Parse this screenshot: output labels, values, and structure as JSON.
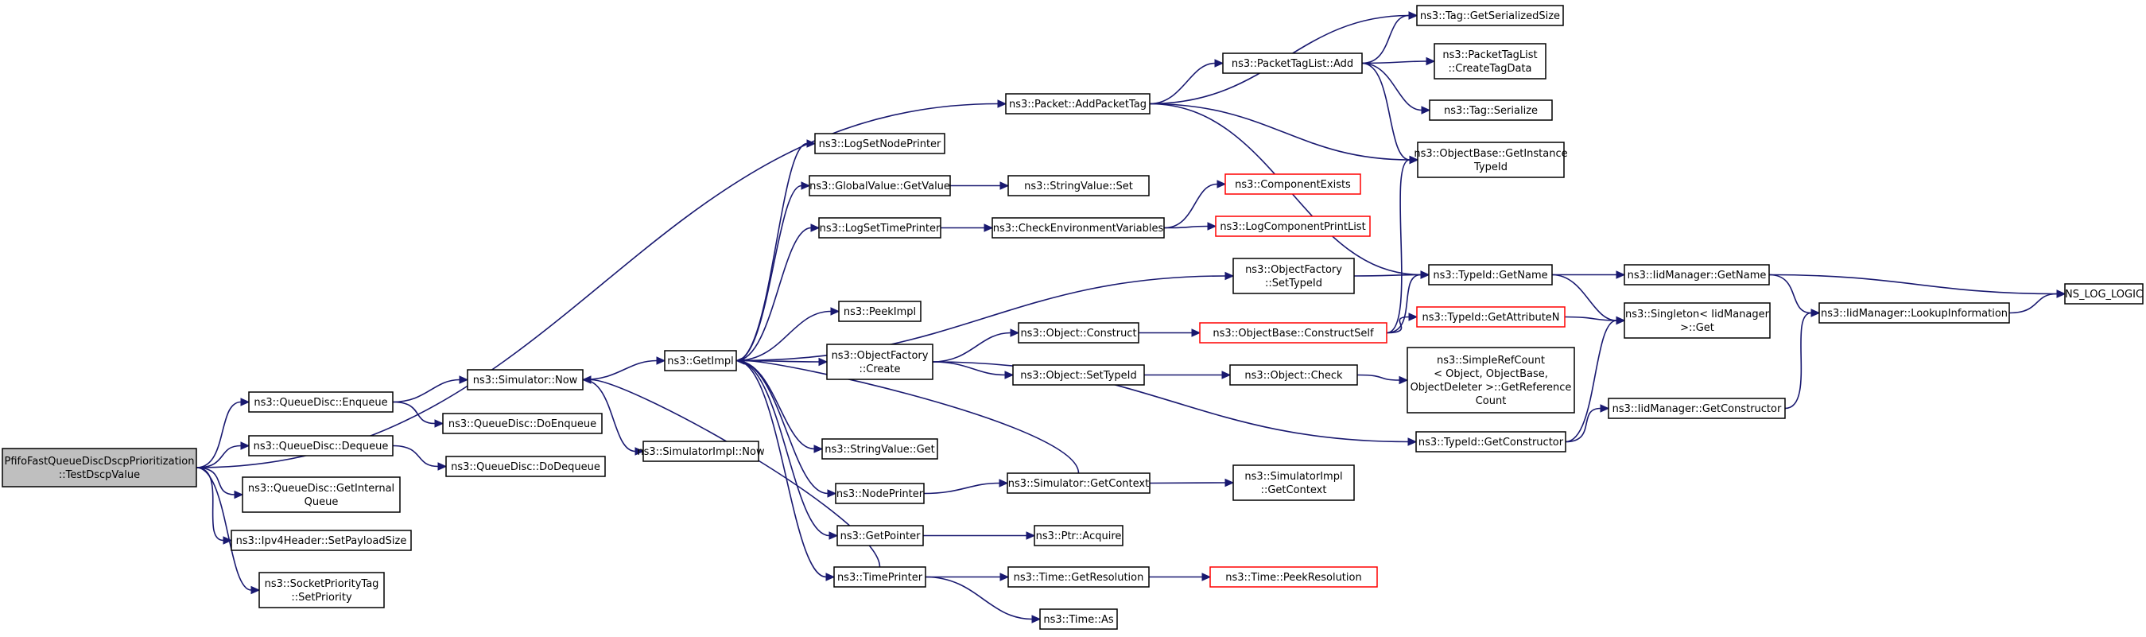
{
  "colors": {
    "edge": "#191970",
    "node_border": "#000000",
    "unresolved_border": "#ff0000",
    "root_fill": "#bfbfbf",
    "fill": "#ffffff"
  },
  "nodes": {
    "root": {
      "lines": [
        "PfifoFastQueueDiscDscpPrioritization",
        "::TestDscpValue"
      ],
      "style": "root"
    },
    "addpackettag": {
      "lines": [
        "ns3::Packet::AddPacketTag"
      ]
    },
    "enqueue": {
      "lines": [
        "ns3::QueueDisc::Enqueue"
      ]
    },
    "dequeue": {
      "lines": [
        "ns3::QueueDisc::Dequeue"
      ]
    },
    "getinternal": {
      "lines": [
        "ns3::QueueDisc::GetInternal",
        "Queue"
      ]
    },
    "setpayload": {
      "lines": [
        "ns3::Ipv4Header::SetPayloadSize"
      ]
    },
    "setpriority": {
      "lines": [
        "ns3::SocketPriorityTag",
        "::SetPriority"
      ]
    },
    "simnow": {
      "lines": [
        "ns3::Simulator::Now"
      ]
    },
    "doenqueue": {
      "lines": [
        "ns3::QueueDisc::DoEnqueue"
      ]
    },
    "dodequeue": {
      "lines": [
        "ns3::QueueDisc::DoDequeue"
      ]
    },
    "getimpl": {
      "lines": [
        "ns3::GetImpl"
      ]
    },
    "simimplnow": {
      "lines": [
        "ns3::SimulatorImpl::Now"
      ]
    },
    "lognode": {
      "lines": [
        "ns3::LogSetNodePrinter"
      ]
    },
    "globalget": {
      "lines": [
        "ns3::GlobalValue::GetValue"
      ]
    },
    "logtime": {
      "lines": [
        "ns3::LogSetTimePrinter"
      ]
    },
    "peekimpl": {
      "lines": [
        "ns3::PeekImpl"
      ]
    },
    "objfactcreate": {
      "lines": [
        "ns3::ObjectFactory",
        "::Create"
      ]
    },
    "stringget": {
      "lines": [
        "ns3::StringValue::Get"
      ]
    },
    "nodeprinter": {
      "lines": [
        "ns3::NodePrinter"
      ]
    },
    "getpointer": {
      "lines": [
        "ns3::GetPointer"
      ]
    },
    "timeprinter": {
      "lines": [
        "ns3::TimePrinter"
      ]
    },
    "stringset": {
      "lines": [
        "ns3::StringValue::Set"
      ]
    },
    "checkenv": {
      "lines": [
        "ns3::CheckEnvironmentVariables"
      ]
    },
    "objconstruct": {
      "lines": [
        "ns3::Object::Construct"
      ]
    },
    "objsettypeid": {
      "lines": [
        "ns3::Object::SetTypeId"
      ]
    },
    "simgetctx": {
      "lines": [
        "ns3::Simulator::GetContext"
      ]
    },
    "ptracquire": {
      "lines": [
        "ns3::Ptr::Acquire"
      ]
    },
    "timegetres": {
      "lines": [
        "ns3::Time::GetResolution"
      ]
    },
    "timeas": {
      "lines": [
        "ns3::Time::As"
      ]
    },
    "packettaglistadd": {
      "lines": [
        "ns3::PacketTagList::Add"
      ]
    },
    "compexists": {
      "lines": [
        "ns3::ComponentExists"
      ],
      "style": "red"
    },
    "logcomplist": {
      "lines": [
        "ns3::LogComponentPrintList"
      ],
      "style": "red"
    },
    "objfactsettypeid": {
      "lines": [
        "ns3::ObjectFactory",
        "::SetTypeId"
      ]
    },
    "objbaseconstructself": {
      "lines": [
        "ns3::ObjectBase::ConstructSelf"
      ],
      "style": "red"
    },
    "objcheck": {
      "lines": [
        "ns3::Object::Check"
      ]
    },
    "simimplgetctx": {
      "lines": [
        "ns3::SimulatorImpl",
        "::GetContext"
      ]
    },
    "timepeekres": {
      "lines": [
        "ns3::Time::PeekResolution"
      ],
      "style": "red"
    },
    "taggetsersize": {
      "lines": [
        "ns3::Tag::GetSerializedSize"
      ]
    },
    "tagserialize": {
      "lines": [
        "ns3::Tag::Serialize"
      ]
    },
    "objbasegettypeid": {
      "lines": [
        "ns3::ObjectBase::GetInstance",
        "TypeId"
      ]
    },
    "typeidgetname": {
      "lines": [
        "ns3::TypeId::GetName"
      ]
    },
    "typeidgetattr": {
      "lines": [
        "ns3::TypeId::GetAttributeN"
      ],
      "style": "red"
    },
    "simplerefcount": {
      "lines": [
        "ns3::SimpleRefCount",
        "< Object, ObjectBase,",
        "ObjectDeleter >::GetReference",
        "Count"
      ]
    },
    "typeidgetctor": {
      "lines": [
        "ns3::TypeId::GetConstructor"
      ]
    },
    "createtagdata": {
      "lines": [
        "ns3::PacketTagList",
        "::CreateTagData"
      ]
    },
    "iidgetname": {
      "lines": [
        "ns3::IidManager::GetName"
      ]
    },
    "singletonget": {
      "lines": [
        "ns3::Singleton< IidManager",
        " >::Get"
      ]
    },
    "iidgetctor": {
      "lines": [
        "ns3::IidManager::GetConstructor"
      ]
    },
    "iidlookup": {
      "lines": [
        "ns3::IidManager::LookupInformation"
      ]
    },
    "nslog": {
      "lines": [
        "NS_LOG_LOGIC"
      ]
    }
  },
  "edges": [
    [
      "root",
      "addpackettag"
    ],
    [
      "root",
      "enqueue"
    ],
    [
      "root",
      "dequeue"
    ],
    [
      "root",
      "getinternal"
    ],
    [
      "root",
      "setpayload"
    ],
    [
      "root",
      "setpriority"
    ],
    [
      "enqueue",
      "simnow"
    ],
    [
      "enqueue",
      "doenqueue"
    ],
    [
      "dequeue",
      "dodequeue"
    ],
    [
      "simnow",
      "getimpl"
    ],
    [
      "simnow",
      "simimplnow"
    ],
    [
      "getimpl",
      "lognode"
    ],
    [
      "getimpl",
      "globalget"
    ],
    [
      "getimpl",
      "logtime"
    ],
    [
      "getimpl",
      "objfactsettypeid"
    ],
    [
      "getimpl",
      "peekimpl"
    ],
    [
      "getimpl",
      "objfactcreate"
    ],
    [
      "getimpl",
      "stringget"
    ],
    [
      "getimpl",
      "nodeprinter"
    ],
    [
      "getimpl",
      "getpointer"
    ],
    [
      "getimpl",
      "timeprinter"
    ],
    [
      "globalget",
      "stringset"
    ],
    [
      "logtime",
      "checkenv"
    ],
    [
      "checkenv",
      "compexists"
    ],
    [
      "checkenv",
      "logcomplist"
    ],
    [
      "objfactcreate",
      "objconstruct"
    ],
    [
      "objfactcreate",
      "objsettypeid"
    ],
    [
      "objfactcreate",
      "typeidgetctor"
    ],
    [
      "objconstruct",
      "objbaseconstructself"
    ],
    [
      "objbaseconstructself",
      "typeidgetname"
    ],
    [
      "objbaseconstructself",
      "objbasegettypeid"
    ],
    [
      "objbaseconstructself",
      "typeidgetattr"
    ],
    [
      "typeidgetattr",
      "singletonget"
    ],
    [
      "objsettypeid",
      "objcheck"
    ],
    [
      "objcheck",
      "simplerefcount"
    ],
    [
      "nodeprinter",
      "simgetctx"
    ],
    [
      "simgetctx",
      "simimplgetctx"
    ],
    [
      "simgetctx",
      "getimpl"
    ],
    [
      "getpointer",
      "ptracquire"
    ],
    [
      "timeprinter",
      "timegetres"
    ],
    [
      "timeprinter",
      "timeas"
    ],
    [
      "timegetres",
      "timepeekres"
    ],
    [
      "timeprinter",
      "simnow"
    ],
    [
      "addpackettag",
      "packettaglistadd"
    ],
    [
      "addpackettag",
      "taggetsersize"
    ],
    [
      "addpackettag",
      "objbasegettypeid"
    ],
    [
      "addpackettag",
      "typeidgetname"
    ],
    [
      "packettaglistadd",
      "taggetsersize"
    ],
    [
      "packettaglistadd",
      "createtagdata"
    ],
    [
      "packettaglistadd",
      "tagserialize"
    ],
    [
      "packettaglistadd",
      "objbasegettypeid"
    ],
    [
      "objfactsettypeid",
      "typeidgetname"
    ],
    [
      "typeidgetname",
      "iidgetname"
    ],
    [
      "typeidgetname",
      "singletonget"
    ],
    [
      "typeidgetctor",
      "singletonget"
    ],
    [
      "typeidgetctor",
      "iidgetctor"
    ],
    [
      "iidgetname",
      "iidlookup"
    ],
    [
      "iidgetname",
      "nslog"
    ],
    [
      "iidgetctor",
      "iidlookup"
    ],
    [
      "iidlookup",
      "nslog"
    ]
  ]
}
